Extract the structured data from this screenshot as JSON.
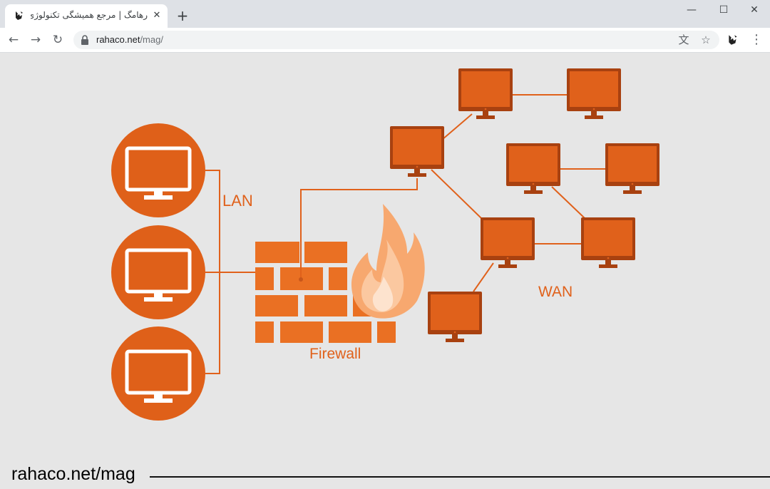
{
  "browser": {
    "tab": {
      "title": "رهامگ | مرجع همیشگی تکنولوژی |",
      "close_glyph": "✕"
    },
    "new_tab_glyph": "+",
    "window_controls": {
      "minimize_glyph": "—",
      "maximize_glyph": "☐",
      "close_glyph": "✕"
    },
    "nav": {
      "back_glyph": "←",
      "forward_glyph": "→",
      "reload_glyph": "↻"
    },
    "address": {
      "host": "rahaco.net",
      "path": "/mag/"
    },
    "icons": {
      "translate": "translate-icon",
      "bookmark": "star-icon",
      "extension": "rahaco-extension-icon",
      "menu": "kebab-menu-icon"
    },
    "toolbar_glyphs": {
      "translate": "文",
      "bookmark": "☆",
      "menu": "⋮"
    }
  },
  "page": {
    "diagram": {
      "lan_label": "LAN",
      "firewall_label": "Firewall",
      "wan_label": "WAN",
      "accent_color": "#e0611b",
      "light_accent_color": "#ea7a33",
      "dark_accent_color": "#b6480f"
    },
    "watermark": "rahaco.net/mag"
  }
}
